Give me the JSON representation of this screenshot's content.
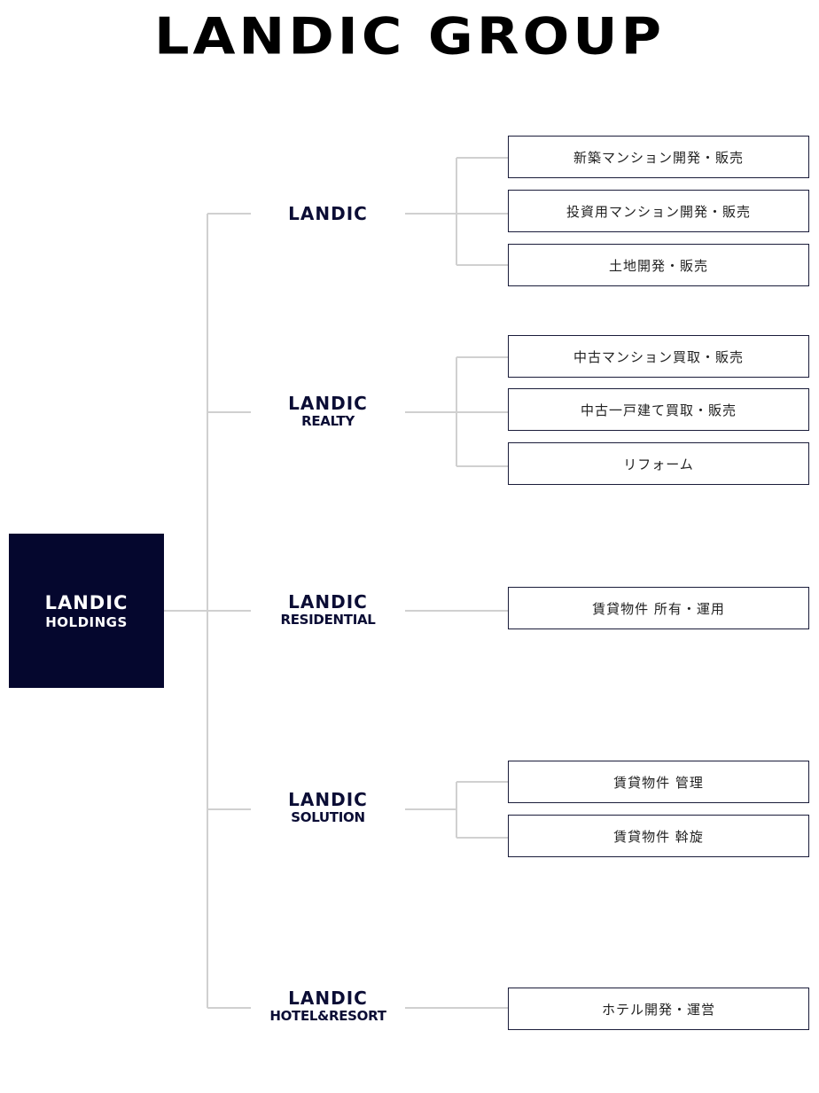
{
  "title": "LANDIC GROUP",
  "holdings": {
    "name": "LANDIC",
    "sub": "HOLDINGS"
  },
  "companies": [
    {
      "name": "LANDIC",
      "sub": "",
      "businesses": [
        "新築マンション開発・販売",
        "投資用マンション開発・販売",
        "土地開発・販売"
      ]
    },
    {
      "name": "LANDIC",
      "sub": "REALTY",
      "businesses": [
        "中古マンション買取・販売",
        "中古一戸建て買取・販売",
        "リフォーム"
      ]
    },
    {
      "name": "LANDIC",
      "sub": "RESIDENTIAL",
      "businesses": [
        "賃貸物件 所有・運用"
      ]
    },
    {
      "name": "LANDIC",
      "sub": "SOLUTION",
      "businesses": [
        "賃貸物件 管理",
        "賃貸物件 斡旋"
      ]
    },
    {
      "name": "LANDIC",
      "sub": "HOTEL&RESORT",
      "businesses": [
        "ホテル開発・運営"
      ]
    }
  ],
  "colors": {
    "navy": "#05072e",
    "line": "#d0d0d0",
    "box_border": "#1a1c3a"
  }
}
